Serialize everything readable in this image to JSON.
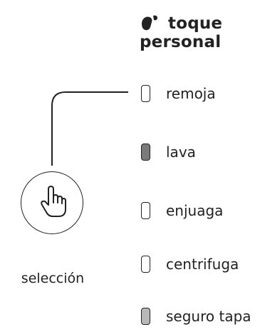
{
  "brand": {
    "line1": "toque",
    "line2": "personal",
    "icon": "hand-touch-icon"
  },
  "status": {
    "items": [
      {
        "label": "remoja",
        "state": "off"
      },
      {
        "label": "lava",
        "state": "on"
      },
      {
        "label": "enjuaga",
        "state": "off"
      },
      {
        "label": "centrifuga",
        "state": "off"
      },
      {
        "label": "seguro tapa",
        "state": "lock"
      }
    ]
  },
  "selection": {
    "label": "selección",
    "icon": "pointer-finger-icon"
  },
  "colors": {
    "text": "#222222",
    "led_on": "#7a7a7a",
    "led_lock": "#b8b8b8",
    "background": "#ffffff"
  }
}
